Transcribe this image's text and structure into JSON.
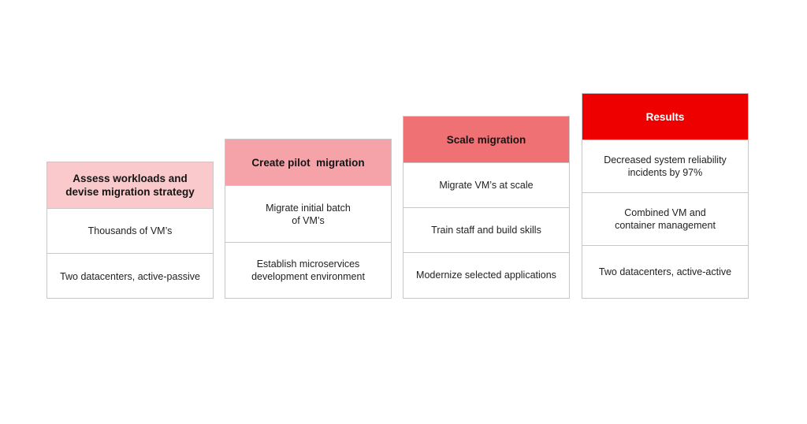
{
  "stages": [
    {
      "title": "Assess workloads and\ndevise migration strategy",
      "rows": [
        "Thousands of VM’s",
        "Two datacenters, active-passive"
      ],
      "color": "#f9c9cc"
    },
    {
      "title": "Create pilot  migration",
      "rows": [
        "Migrate initial batch\nof VM’s",
        "Establish microservices\ndevelopment environment"
      ],
      "color": "#f5a3a8"
    },
    {
      "title": "Scale migration",
      "rows": [
        "Migrate VM’s at scale",
        "Train staff and build skills",
        "Modernize selected applications"
      ],
      "color": "#f07174"
    },
    {
      "title": "Results",
      "rows": [
        "Decreased system reliability\nincidents by 97%",
        "Combined VM and\ncontainer management",
        "Two datacenters, active-active"
      ],
      "color": "#ee0000"
    }
  ]
}
